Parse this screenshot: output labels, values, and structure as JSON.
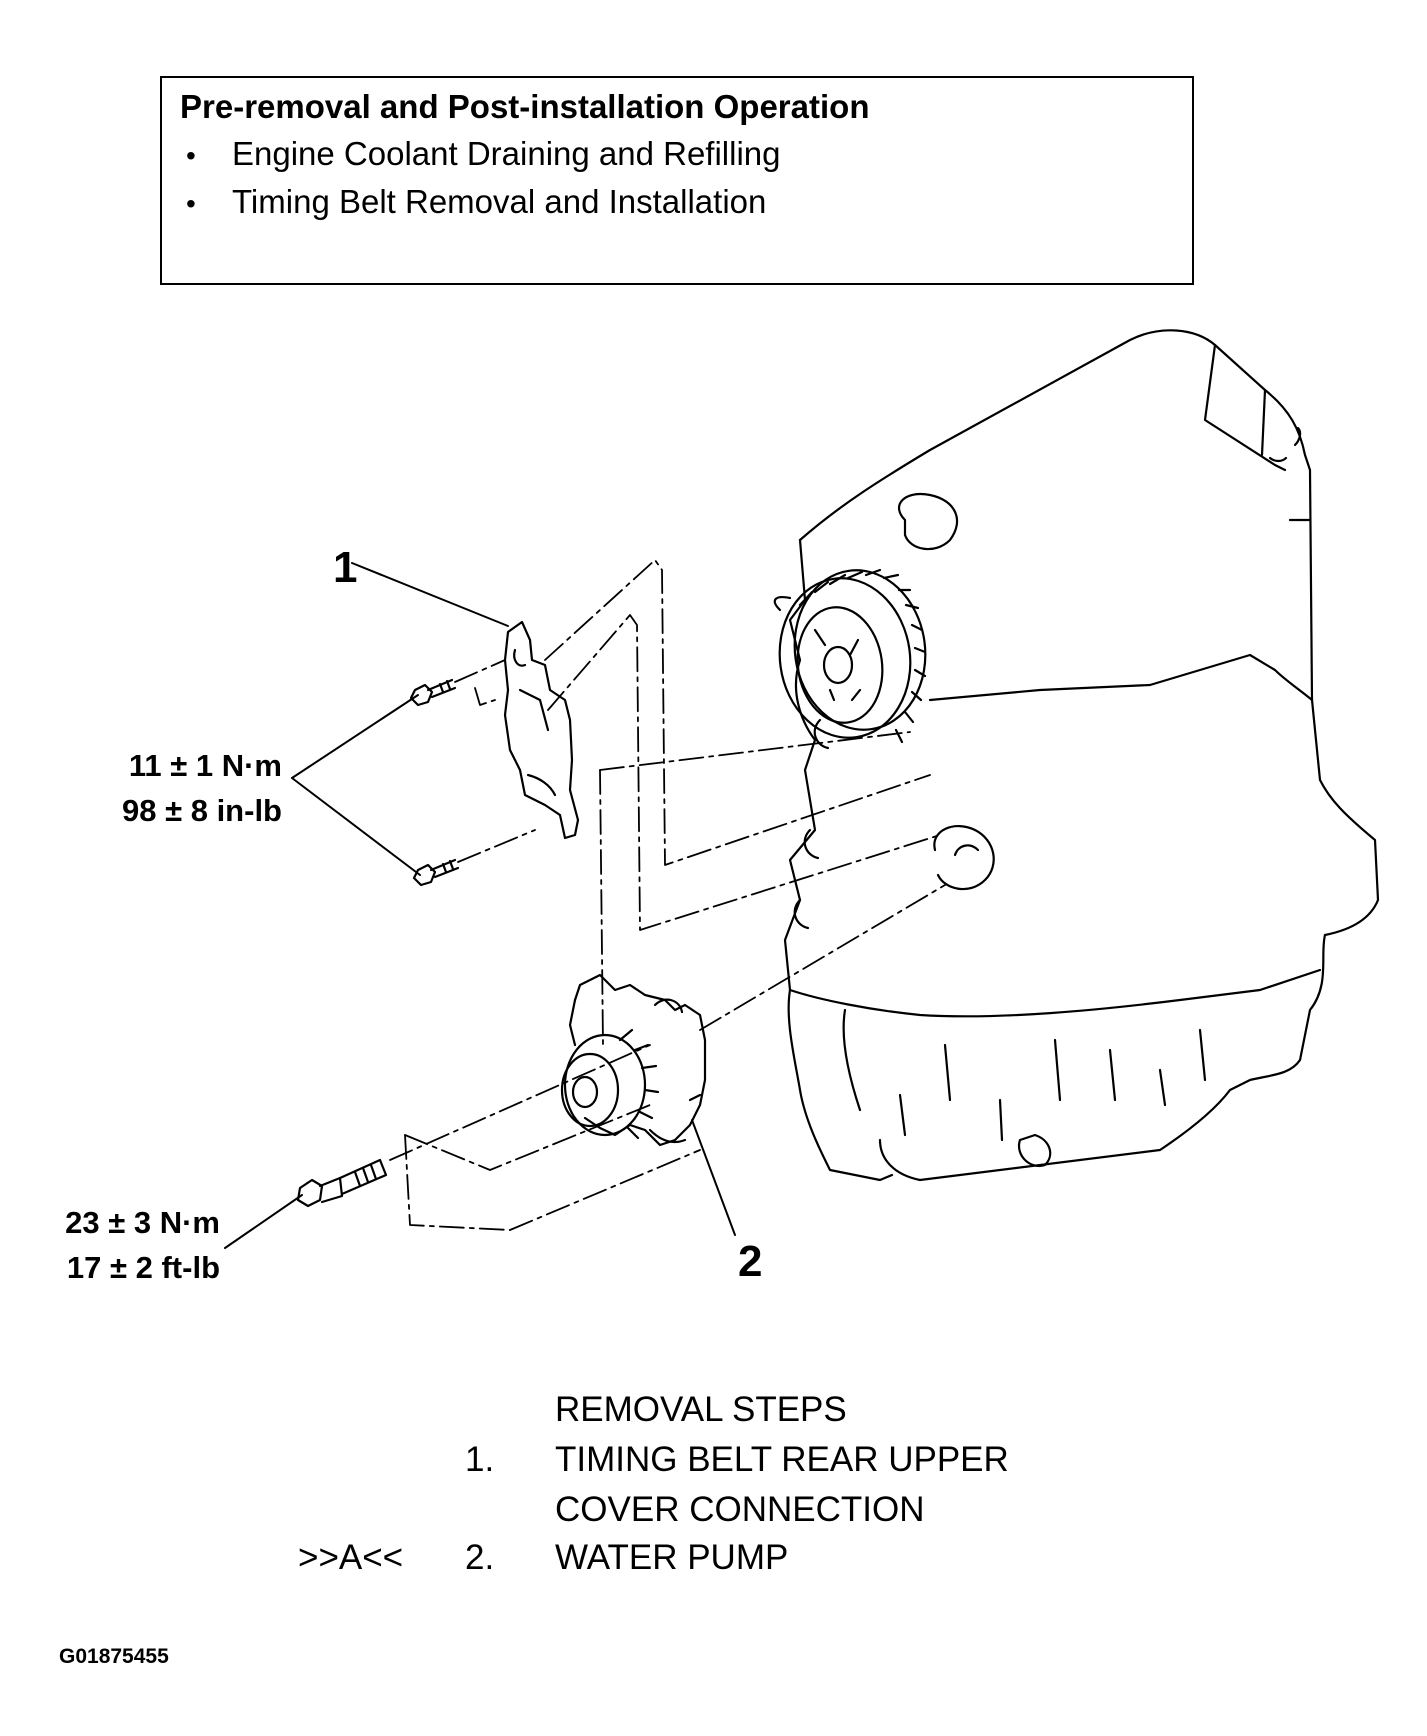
{
  "pre_box": {
    "title": "Pre-removal and Post-installation Operation",
    "items": [
      "Engine Coolant Draining and Refilling",
      "Timing Belt Removal and Installation"
    ],
    "bullet": "•"
  },
  "callouts": {
    "part1": "1",
    "part2": "2",
    "torque1": {
      "nm": "11 ± 1 N·m",
      "imperial": "98 ± 8 in-lb"
    },
    "torque2": {
      "nm": "23 ± 3 N·m",
      "imperial": "17 ± 2 ft-lb"
    }
  },
  "removal_steps": {
    "heading": "REMOVAL STEPS",
    "steps": [
      {
        "marker": "",
        "number": "1.",
        "text_line1": "TIMING BELT REAR UPPER",
        "text_line2": "COVER CONNECTION"
      },
      {
        "marker": ">>A<<",
        "number": "2.",
        "text_line1": "WATER PUMP",
        "text_line2": ""
      }
    ]
  },
  "figure_id": "G01875455"
}
